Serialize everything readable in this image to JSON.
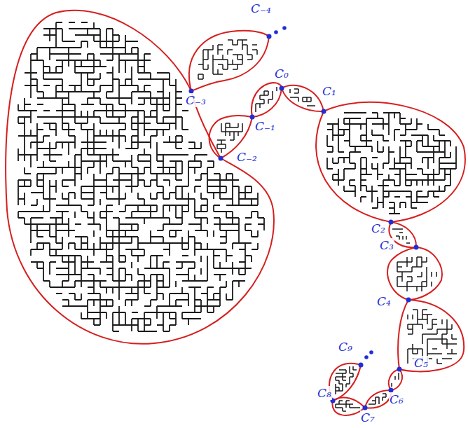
{
  "diagram": {
    "labels": [
      "C₋₄",
      "C₋₃",
      "C₋₂",
      "C₋₁",
      "C₀",
      "C₁",
      "C₂",
      "C₃",
      "C₄",
      "C₅",
      "C₆",
      "C₇",
      "C₈",
      "C₉"
    ]
  }
}
